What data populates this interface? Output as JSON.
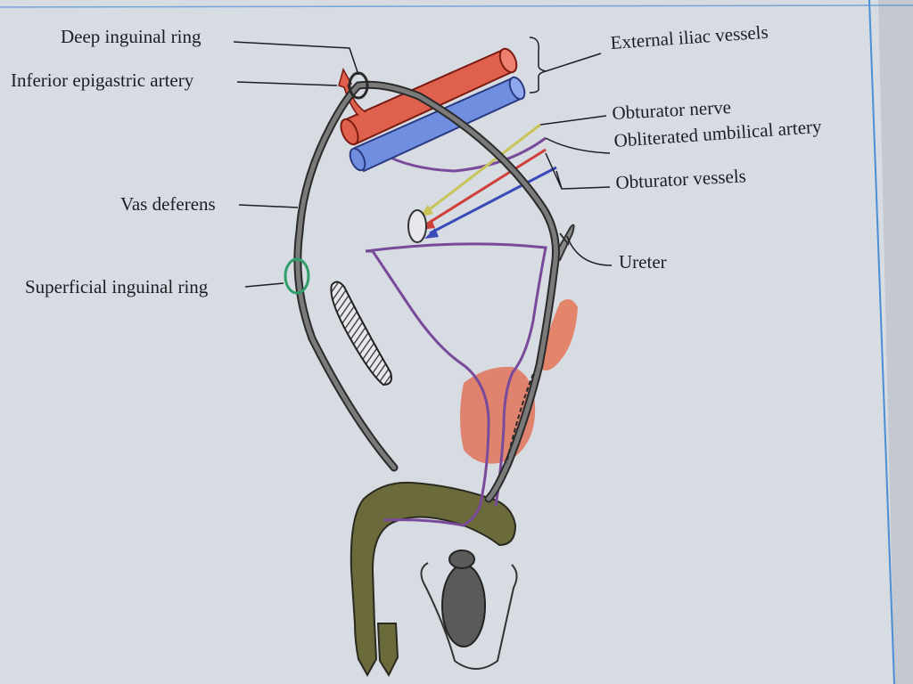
{
  "labels": {
    "deep_inguinal_ring": "Deep inguinal ring",
    "inferior_epigastric_artery": "Inferior epigastric artery",
    "vas_deferens": "Vas deferens",
    "superficial_inguinal_ring": "Superficial inguinal ring",
    "external_iliac_vessels": "External iliac vessels",
    "obturator_nerve": "Obturator nerve",
    "obliterated_umbilical_artery": "Obliterated umbilical artery",
    "obturator_vessels": "Obturator vessels",
    "ureter": "Ureter"
  },
  "colors": {
    "page": "#d7dbe2",
    "vas_deferens": "#6b6b6b",
    "artery": "#e0604e",
    "vein": "#6f8ee0",
    "umbilical": "#7a4a9a",
    "nerve": "#c9c45a",
    "seminal_vesicle": "#e2856a",
    "penis": "#6b6a3a",
    "testis": "#5a5a5a",
    "ring": "#2e9e6a",
    "margin_line": "#4a8fd6"
  }
}
